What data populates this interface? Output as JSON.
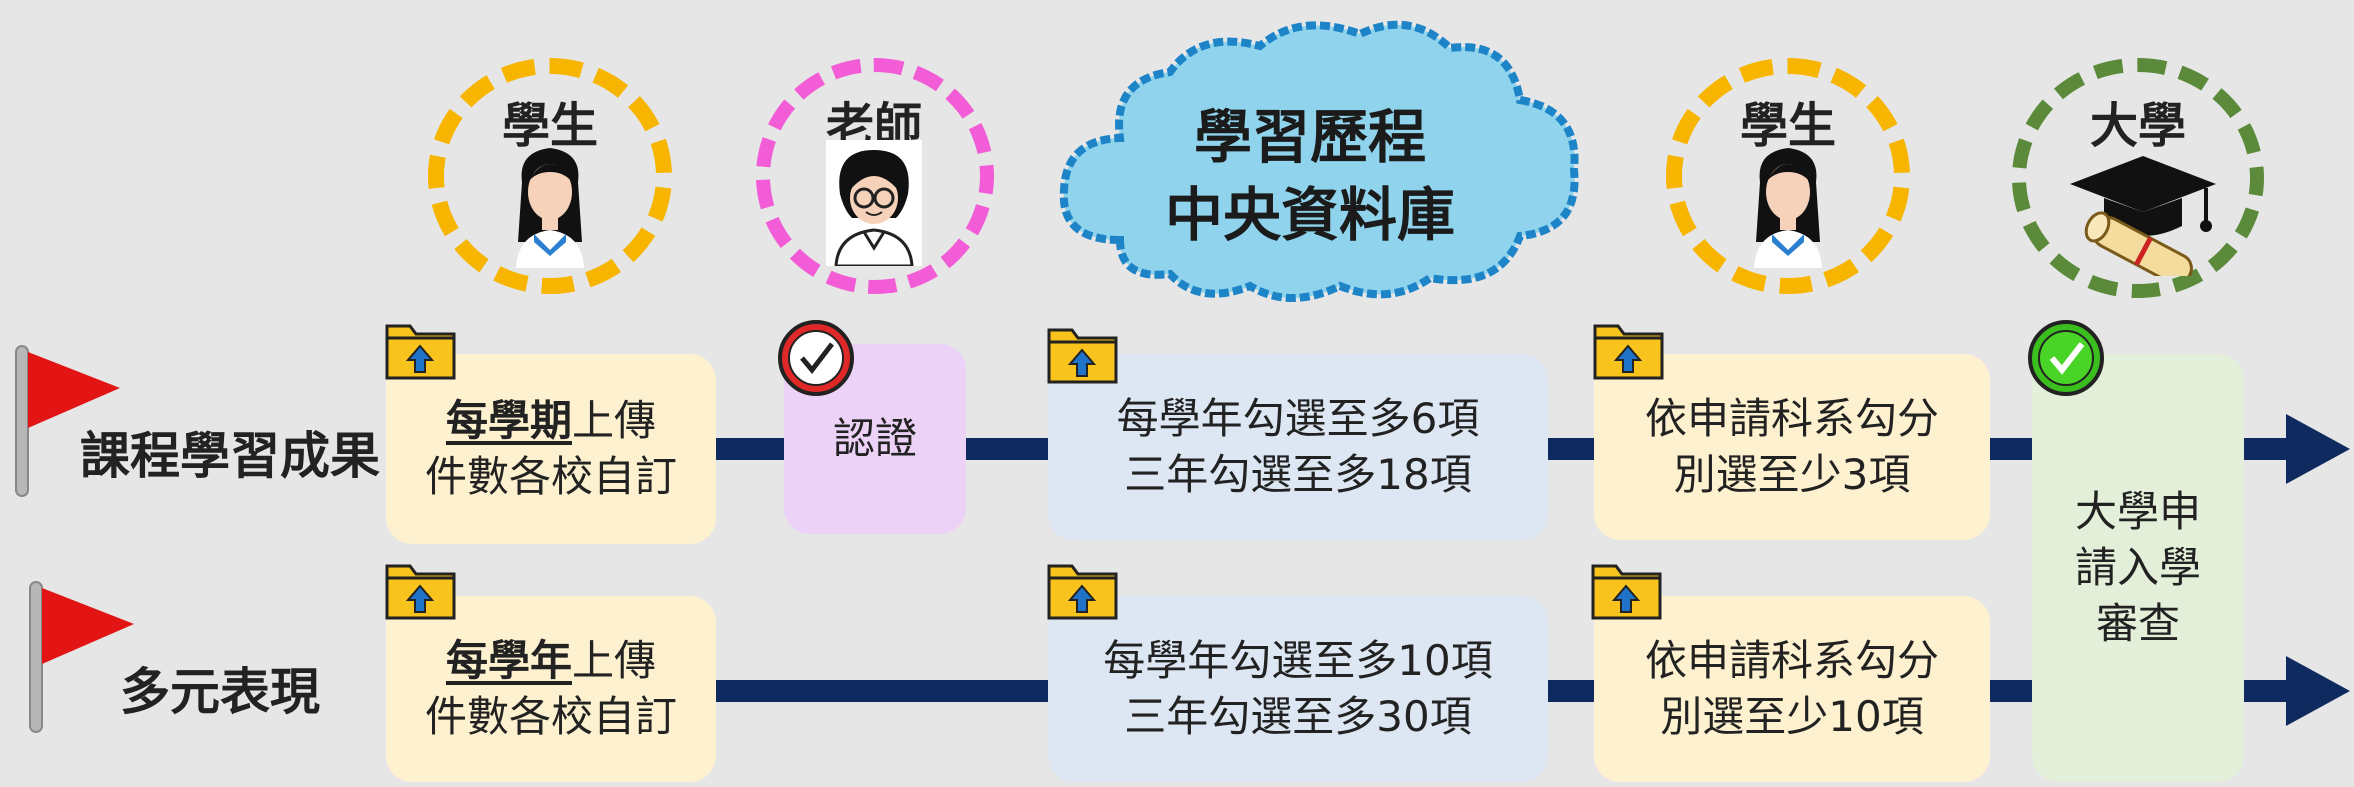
{
  "roles": {
    "student1": "學生",
    "teacher": "老師",
    "student2": "學生",
    "university": "大學"
  },
  "cloud": {
    "line1": "學習歷程",
    "line2": "中央資料庫"
  },
  "rows": {
    "course": {
      "label": "課程學習成果",
      "upload_bold": "每學期",
      "upload_rest": "上傳",
      "upload_line2": "件數各校自訂",
      "certify": "認證",
      "select_line1": "每學年勾選至多6項",
      "select_line2": "三年勾選至多18項",
      "apply_line1": "依申請科系勾分",
      "apply_line2": "別選至少3項"
    },
    "diverse": {
      "label": "多元表現",
      "upload_bold": "每學年",
      "upload_rest": "上傳",
      "upload_line2": "件數各校自訂",
      "select_line1": "每學年勾選至多10項",
      "select_line2": "三年勾選至多30項",
      "apply_line1": "依申請科系勾分",
      "apply_line2": "別選至少10項"
    }
  },
  "review": {
    "line1": "大學申",
    "line2": "請入學",
    "line3": "審查"
  },
  "colors": {
    "student_ring": "#f7b500",
    "teacher_ring": "#f25cd6",
    "university_ring": "#5a8a3a",
    "track": "#0f2a5e",
    "cloud": "#8fd3ec"
  }
}
